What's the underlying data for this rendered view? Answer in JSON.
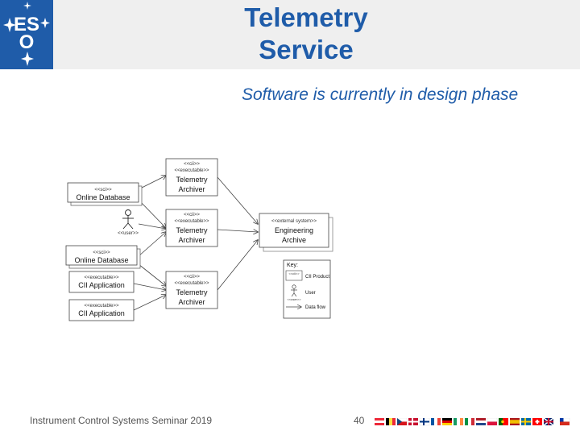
{
  "header": {
    "logo_text": "ESO",
    "title_line1": "Telemetry",
    "title_line2": "Service",
    "subtitle": "Software is currently in design phase"
  },
  "diagram": {
    "online_db_top": {
      "stereotype": "<<sci>>",
      "name": "Online Database"
    },
    "online_db_mid": {
      "stereotype": "<<sci>>",
      "name": "Online Database"
    },
    "user": {
      "stereotype": "<<user>>"
    },
    "cii_app_1": {
      "stereotype": "<<executable>>",
      "name": "CII Application"
    },
    "cii_app_2": {
      "stereotype": "<<executable>>",
      "name": "CII Application"
    },
    "archiver_1": {
      "stereotype1": "<<cii>>",
      "stereotype2": "<<executable>>",
      "name1": "Telemetry",
      "name2": "Archiver"
    },
    "archiver_2": {
      "stereotype1": "<<cii>>",
      "stereotype2": "<<executable>>",
      "name1": "Telemetry",
      "name2": "Archiver"
    },
    "archiver_3": {
      "stereotype1": "<<cii>>",
      "stereotype2": "<<executable>>",
      "name1": "Telemetry",
      "name2": "Archiver"
    },
    "engineering_archive": {
      "stereotype": "<<external system>>",
      "name1": "Engineering",
      "name2": "Archive"
    },
    "key": {
      "title": "Key:",
      "cii_product_tag": "<<cii>>",
      "cii_product_label": "CII Product",
      "user_tag": "<<user>>",
      "user_label": "User",
      "data_flow_label": "Data flow"
    }
  },
  "footer": {
    "left_text": "Instrument Control Systems Seminar 2019",
    "page_number": "40"
  },
  "colors": {
    "brand_blue": "#1f5ca9"
  }
}
